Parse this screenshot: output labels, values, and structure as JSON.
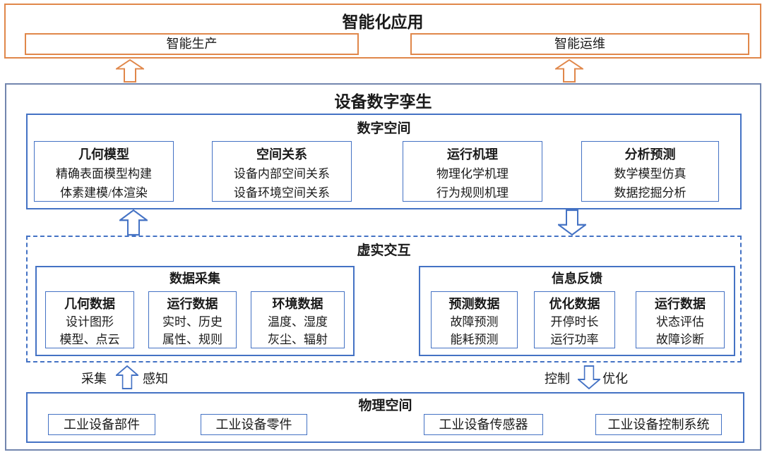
{
  "colors": {
    "orange_accent": "#e0874a",
    "blue_accent": "#4472c4",
    "outer_border_blue": "#7286ae",
    "text": "#1a1a1a"
  },
  "app_layer": {
    "title": "智能化应用",
    "items": [
      {
        "label": "智能生产"
      },
      {
        "label": "智能运维"
      }
    ]
  },
  "twin": {
    "title": "设备数字孪生",
    "digital_space": {
      "title": "数字空间",
      "boxes": [
        {
          "title": "几何模型",
          "lines": [
            "精确表面模型构建",
            "体素建模/体渲染"
          ]
        },
        {
          "title": "空间关系",
          "lines": [
            "设备内部空间关系",
            "设备环境空间关系"
          ]
        },
        {
          "title": "运行机理",
          "lines": [
            "物理化学机理",
            "行为规则机理"
          ]
        },
        {
          "title": "分析预测",
          "lines": [
            "数学模型仿真",
            "数据挖掘分析"
          ]
        }
      ]
    },
    "interaction": {
      "title": "虚实交互",
      "data_collection": {
        "title": "数据采集",
        "boxes": [
          {
            "title": "几何数据",
            "lines": [
              "设计图形",
              "模型、点云"
            ]
          },
          {
            "title": "运行数据",
            "lines": [
              "实时、历史",
              "属性、规则"
            ]
          },
          {
            "title": "环境数据",
            "lines": [
              "温度、湿度",
              "灰尘、辐射"
            ]
          }
        ]
      },
      "feedback": {
        "title": "信息反馈",
        "boxes": [
          {
            "title": "预测数据",
            "lines": [
              "故障预测",
              "能耗预测"
            ]
          },
          {
            "title": "优化数据",
            "lines": [
              "开停时长",
              "运行功率"
            ]
          },
          {
            "title": "运行数据",
            "lines": [
              "状态评估",
              "故障诊断"
            ]
          }
        ]
      }
    },
    "flow_labels": {
      "collect": "采集",
      "sense": "感知",
      "control": "控制",
      "optimize": "优化"
    },
    "physical_space": {
      "title": "物理空间",
      "boxes": [
        {
          "label": "工业设备部件"
        },
        {
          "label": "工业设备零件"
        },
        {
          "label": "工业设备传感器"
        },
        {
          "label": "工业设备控制系统"
        }
      ]
    }
  }
}
